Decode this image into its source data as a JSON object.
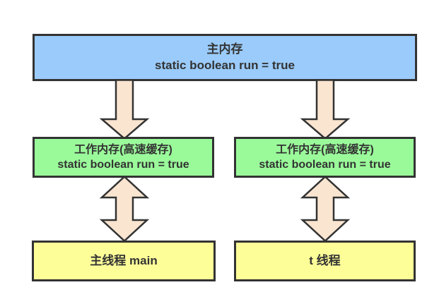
{
  "diagram": {
    "main_memory": {
      "title": "主内存",
      "code": "static boolean run = true"
    },
    "working_memory_left": {
      "title": "工作内存(高速缓存)",
      "code": "static boolean run = true"
    },
    "working_memory_right": {
      "title": "工作内存(高速缓存)",
      "code": "static boolean run = true"
    },
    "thread_left": {
      "label": "主线程 main"
    },
    "thread_right": {
      "label": "t 线程"
    }
  },
  "colors": {
    "main_memory_fill": "#9ACBFA",
    "working_memory_fill": "#9AFA9A",
    "thread_fill": "#FEFE99",
    "arrow_fill": "#FAE5D1",
    "border": "#333333",
    "text": "#333333",
    "background": "#FFFFFF"
  }
}
